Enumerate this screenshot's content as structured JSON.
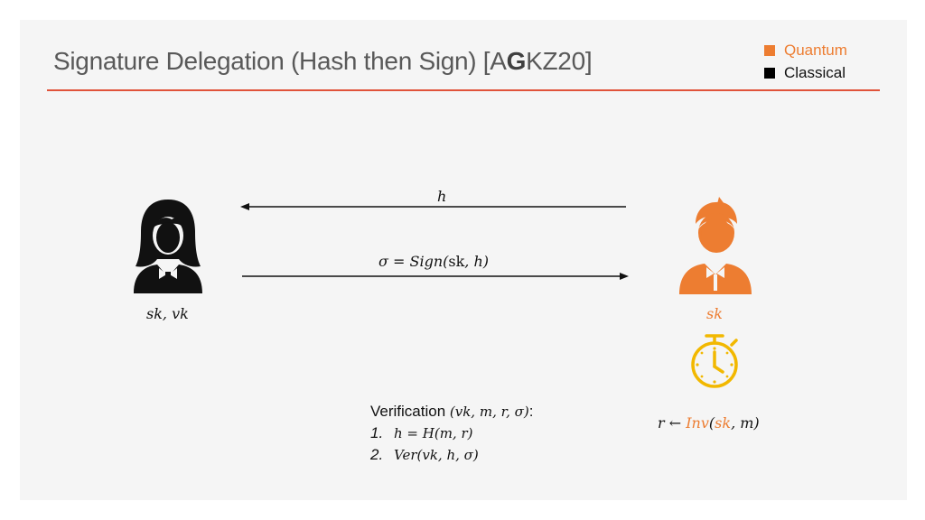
{
  "title": {
    "prefix": "Signature Delegation (Hash then Sign) [A",
    "bold": "G",
    "suffix": "KZ20]"
  },
  "legend": {
    "items": [
      {
        "label": "Quantum",
        "color": "#ed7d31"
      },
      {
        "label": "Classical",
        "color": "#000000"
      }
    ]
  },
  "colors": {
    "accent": "#ed7d31",
    "rule": "#e0533a",
    "stopwatch": "#f2b800",
    "classical": "#000000"
  },
  "left_party": {
    "icon": "woman-icon",
    "keys": "sk, vk"
  },
  "right_party": {
    "icon": "boy-icon",
    "keys": "sk",
    "timer_icon": "stopwatch-icon"
  },
  "arrows": {
    "top": {
      "label": "h",
      "direction": "right-to-left"
    },
    "bottom": {
      "label_prefix": "σ = Sign(",
      "label_mid": "sk",
      "label_suffix": ", h)",
      "direction": "left-to-right"
    }
  },
  "inversion": {
    "prefix": "r ← ",
    "fn": "Inv",
    "open": "(",
    "arg": "sk",
    "rest": ", m)"
  },
  "verification": {
    "heading": "Verification ",
    "heading_args": "(vk, m, r, σ)",
    "heading_colon": ":",
    "steps": [
      {
        "num": "1.",
        "expr": "h = H(m, r)"
      },
      {
        "num": "2.",
        "expr": "Ver(vk, h, σ)"
      }
    ]
  }
}
